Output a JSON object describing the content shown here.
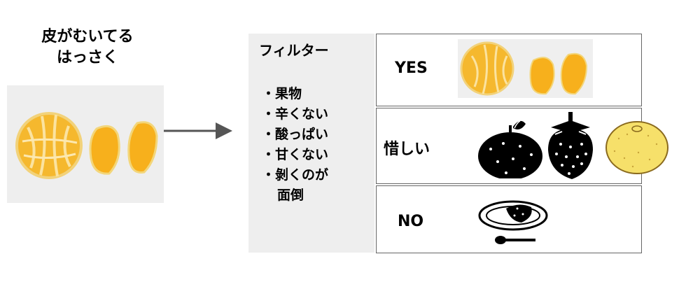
{
  "input": {
    "title": "皮がむいてる\nはっさく"
  },
  "filter": {
    "title": "フィルター",
    "criteria": [
      "・果物",
      "・辛くない",
      "・酸っぱい",
      "・甘くない",
      "・剝くのが",
      "面倒"
    ]
  },
  "results": {
    "yes": "YES",
    "middle": "惜しい",
    "no": "NO"
  },
  "icons": [
    "peeled-hassaku-photo",
    "tangerine-icon",
    "strawberry-icon",
    "hassaku-icon",
    "curry-plate-icon",
    "spoon-icon"
  ],
  "colors": {
    "fruit": "#f5b82e",
    "hassaku": "#f6e06a",
    "panel": "#eeeeee",
    "arrow": "#555555",
    "border": "#666666"
  }
}
